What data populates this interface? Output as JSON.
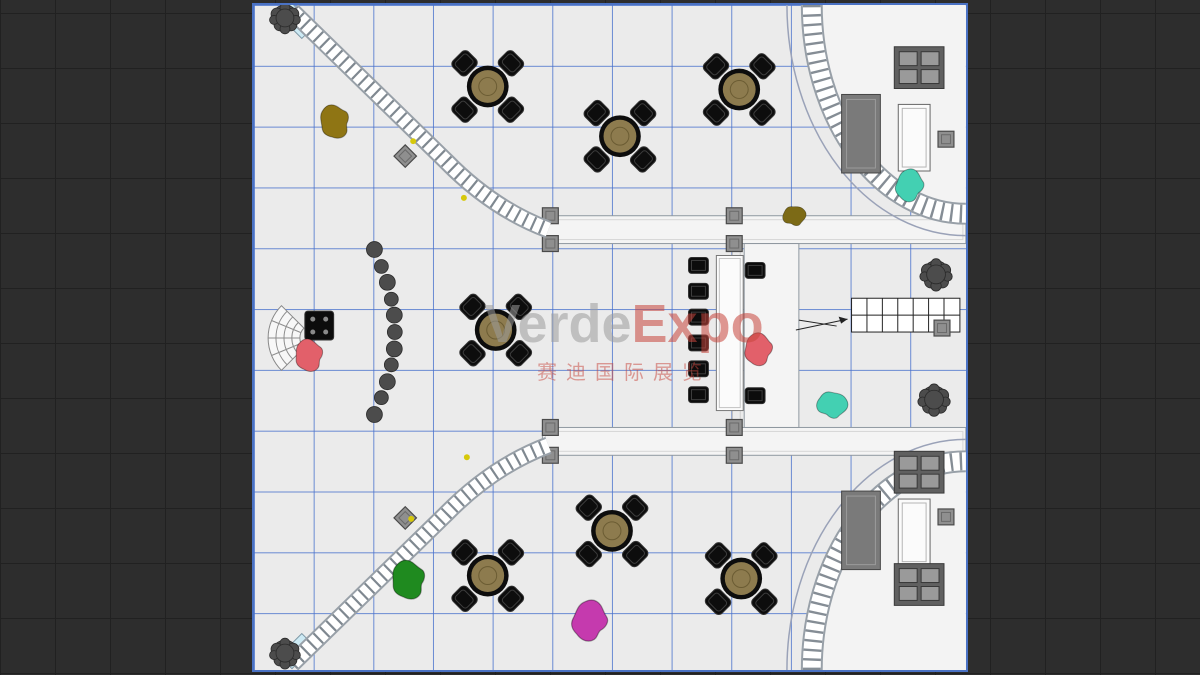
{
  "watermark": {
    "brand_gray": "Verde",
    "brand_red": "Expo",
    "subtitle": "赛迪国际展览"
  },
  "colors": {
    "canvas_bg": "#2d2d2d",
    "canvas_grid": "#212121",
    "floor": "#ebebeb",
    "floor_grid_blue": "#4871cc",
    "walkway_white": "#f5f5f5",
    "table_top_tan": "#8d7b4e",
    "chair_black": "#0d0d0d",
    "furniture_gray": "#7a7a7a",
    "tree_gray": "#4c4c4c",
    "person_gold": "#8f7514",
    "person_olive": "#7c6a16",
    "person_red": "#e2606a",
    "person_teal": "#43d0b2",
    "person_green": "#1f8a1f",
    "person_magenta": "#c53aae",
    "marker_yellow": "#d6c80a",
    "watermark_gray": "#9c9c9c",
    "watermark_red": "#c8453c"
  },
  "scene": {
    "dining_table_sets": 7,
    "conference_side_chairs": 8,
    "people_figures": 8,
    "trees": 4,
    "escalators": 2,
    "curved_walkways": 2,
    "staircases": 1
  }
}
